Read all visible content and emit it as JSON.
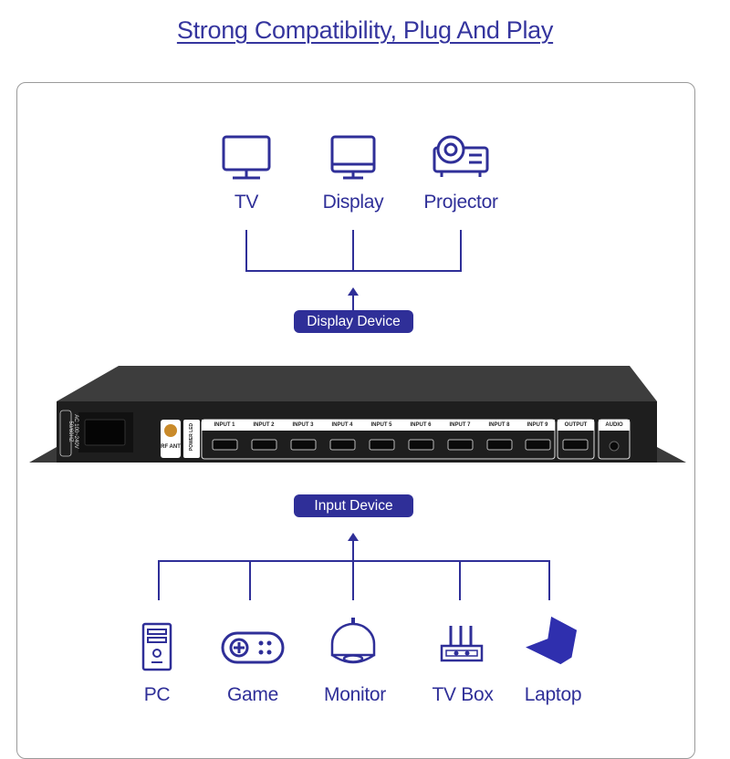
{
  "title": "Strong Compatibility, Plug And Play",
  "display_devices": [
    {
      "label": "TV",
      "icon": "tv-icon"
    },
    {
      "label": "Display",
      "icon": "monitor-display-icon"
    },
    {
      "label": "Projector",
      "icon": "projector-icon"
    }
  ],
  "display_badge": "Display Device",
  "input_badge": "Input Device",
  "input_devices": [
    {
      "label": "PC",
      "icon": "pc-tower-icon"
    },
    {
      "label": "Game",
      "icon": "gamepad-icon"
    },
    {
      "label": "Monitor",
      "icon": "security-camera-icon"
    },
    {
      "label": "TV Box",
      "icon": "router-box-icon"
    },
    {
      "label": "Laptop",
      "icon": "laptop-icon"
    }
  ],
  "device_panel": {
    "power": "AC 100~240V 50/60HZ",
    "rf": "RF ANT",
    "led": "POWER LED",
    "inputs": [
      "INPUT 1",
      "INPUT 2",
      "INPUT 3",
      "INPUT 4",
      "INPUT 5",
      "INPUT 6",
      "INPUT 7",
      "INPUT 8",
      "INPUT 9"
    ],
    "output": "OUTPUT",
    "audio": "AUDIO"
  },
  "colors": {
    "accent": "#2f2f98",
    "device": "#1e1e1e"
  }
}
